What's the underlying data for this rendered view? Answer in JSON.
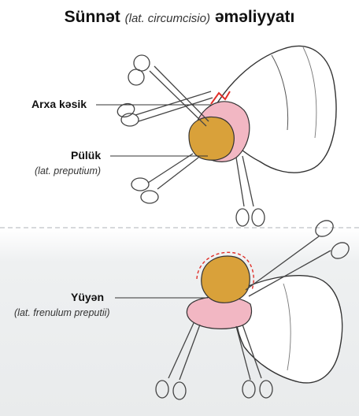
{
  "title": {
    "main": "Sünnət",
    "latin": "(lat. circumcisio)",
    "tail": "əməliyyatı"
  },
  "labels": {
    "dorsal_cut": "Arxa kəsik",
    "foreskin": "Pülük",
    "foreskin_latin": "(lat. preputium)",
    "frenulum": "Yüyən",
    "frenulum_latin": "(lat. frenulum preputii)"
  },
  "colors": {
    "glans": "#d9a13a",
    "foreskin": "#f2b7c3",
    "skin": "#ffffff",
    "outline": "#333333",
    "incision": "#e0302a"
  }
}
